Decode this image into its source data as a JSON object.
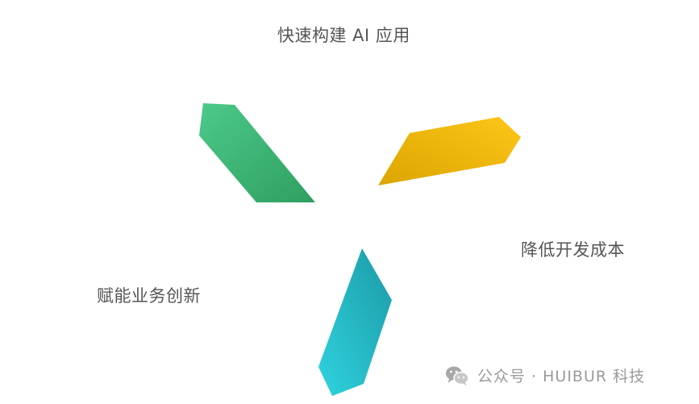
{
  "labels": {
    "top": "快速构建 AI 应用",
    "right": "降低开发成本",
    "left": "赋能业务创新"
  },
  "colors": {
    "blade_green_light": "#4cc98a",
    "blade_green_dark": "#2f9f5f",
    "blade_yellow_light": "#fec619",
    "blade_yellow_dark": "#dba500",
    "blade_cyan_light": "#2fd3df",
    "blade_cyan_dark": "#1b9aa6",
    "text": "#555555",
    "watermark": "#9a9a9a"
  },
  "blades": [
    {
      "name": "green-blade",
      "icon": "leaf-blade"
    },
    {
      "name": "yellow-blade",
      "icon": "leaf-blade"
    },
    {
      "name": "cyan-blade",
      "icon": "leaf-blade"
    }
  ],
  "watermark": {
    "icon": "wechat-icon",
    "text": "公众号 · HUIBUR 科技"
  }
}
